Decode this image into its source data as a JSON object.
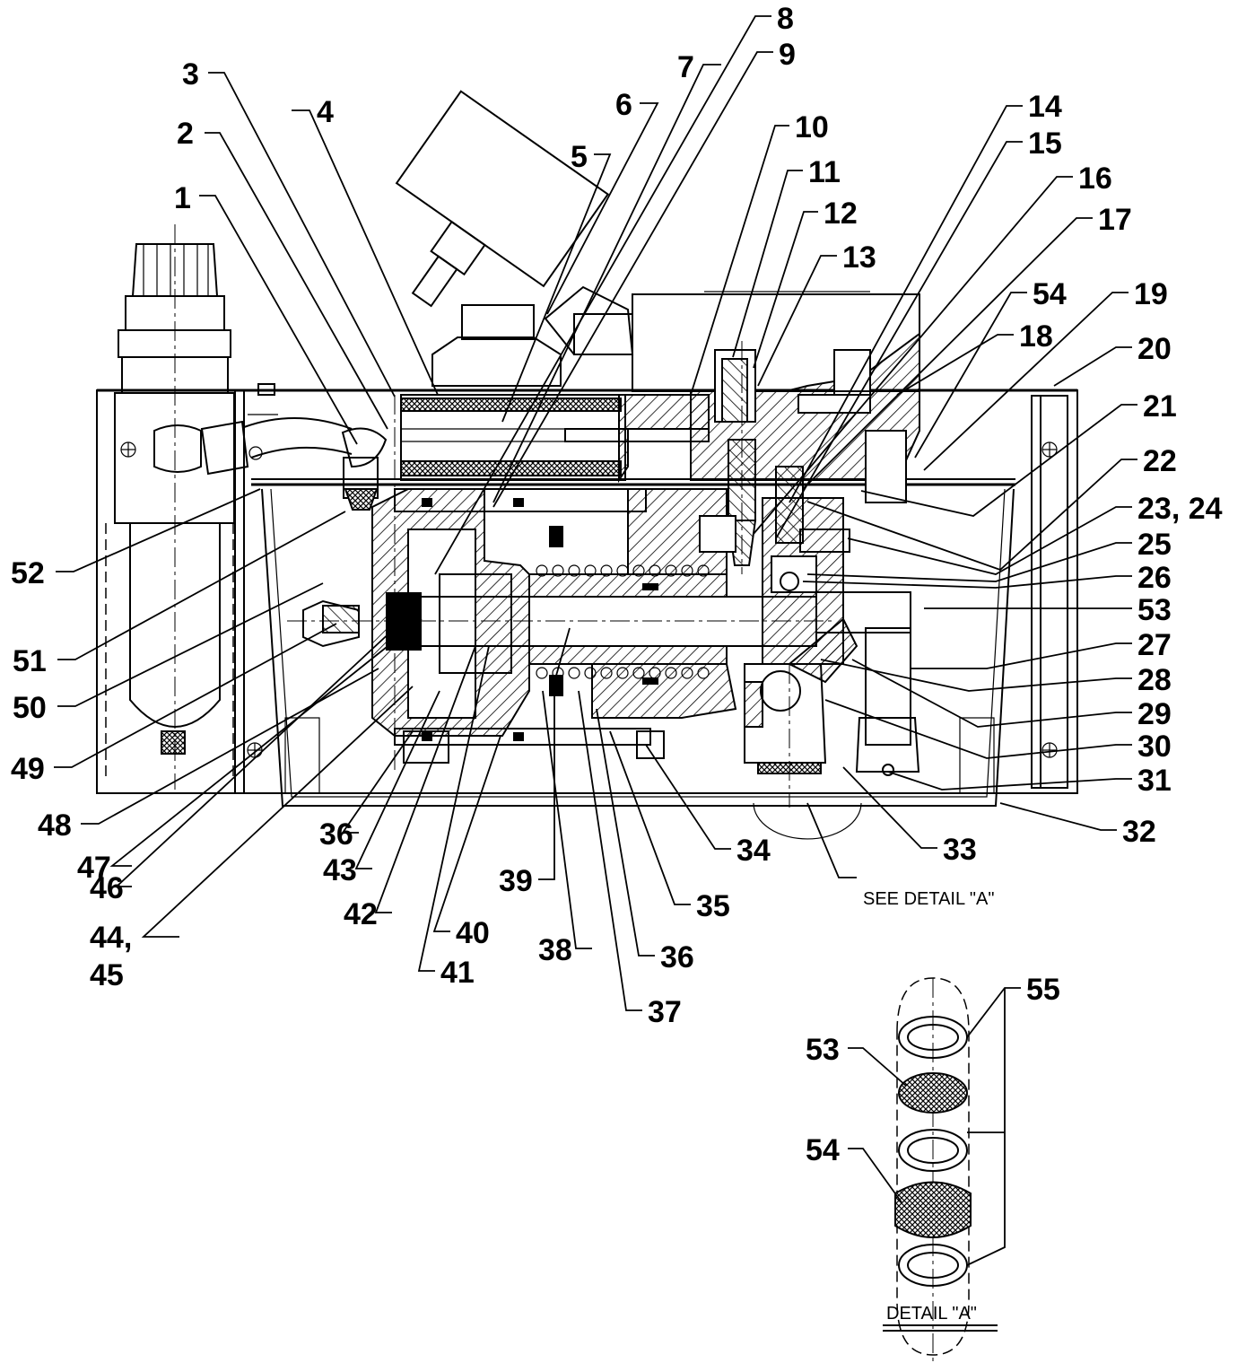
{
  "callouts": {
    "c1": "1",
    "c2": "2",
    "c3": "3",
    "c4": "4",
    "c5": "5",
    "c6": "6",
    "c7": "7",
    "c8": "8",
    "c9": "9",
    "c10": "10",
    "c11": "11",
    "c12": "12",
    "c13": "13",
    "c14": "14",
    "c15": "15",
    "c16": "16",
    "c17": "17",
    "c18": "18",
    "c19": "19",
    "c20": "20",
    "c21": "21",
    "c22": "22",
    "c23_24": "23, 24",
    "c25": "25",
    "c26": "26",
    "c27": "27",
    "c28": "28",
    "c29": "29",
    "c30": "30",
    "c31": "31",
    "c32": "32",
    "c33": "33",
    "c34": "34",
    "c35": "35",
    "c36a": "36",
    "c36b": "36",
    "c37": "37",
    "c38": "38",
    "c39": "39",
    "c40": "40",
    "c41": "41",
    "c42": "42",
    "c43": "43",
    "c44": "44,",
    "c45": "45",
    "c46": "46",
    "c47": "47",
    "c48": "48",
    "c49": "49",
    "c50": "50",
    "c51": "51",
    "c52": "52",
    "c53": "53",
    "c54": "54",
    "d55": "55",
    "d53": "53",
    "d54": "54"
  },
  "notes": {
    "see_detail": "SEE DETAIL \"A\"",
    "detail_title": "DETAIL \"A\""
  }
}
